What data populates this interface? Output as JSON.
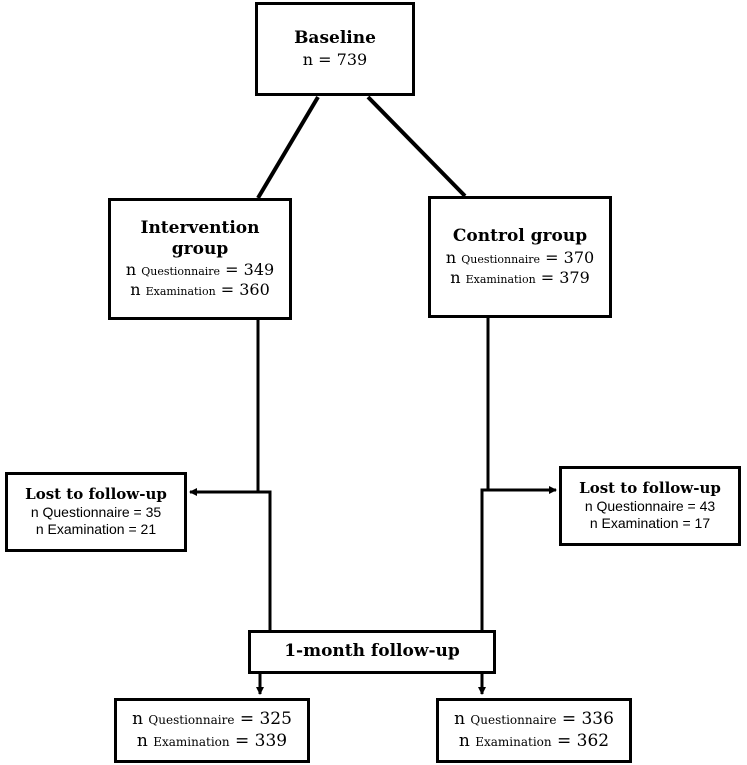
{
  "baseline": {
    "title": "Baseline",
    "n": "n = 739"
  },
  "intervention": {
    "title": "Intervention group",
    "questionnaire": {
      "prefix": "n",
      "label": "Questionnaire",
      "value": "= 349"
    },
    "examination": {
      "prefix": "n",
      "label": "Examination",
      "value": "= 360"
    }
  },
  "control": {
    "title": "Control group",
    "questionnaire": {
      "prefix": "n",
      "label": "Questionnaire",
      "value": "= 370"
    },
    "examination": {
      "prefix": "n",
      "label": "Examination",
      "value": "= 379"
    }
  },
  "lost_left": {
    "title": "Lost to follow-up",
    "questionnaire": "n Questionnaire = 35",
    "examination": "n Examination = 21"
  },
  "lost_right": {
    "title": "Lost to follow-up",
    "questionnaire": "n Questionnaire = 43",
    "examination": "n Examination = 17"
  },
  "followup": {
    "title": "1-month follow-up"
  },
  "final_left": {
    "questionnaire": {
      "prefix": "n",
      "label": "Questionnaire",
      "value": "= 325"
    },
    "examination": {
      "prefix": "n",
      "label": "Examination",
      "value": "= 339"
    }
  },
  "final_right": {
    "questionnaire": {
      "prefix": "n",
      "label": "Questionnaire",
      "value": "= 336"
    },
    "examination": {
      "prefix": "n",
      "label": "Examination",
      "value": "= 362"
    }
  }
}
